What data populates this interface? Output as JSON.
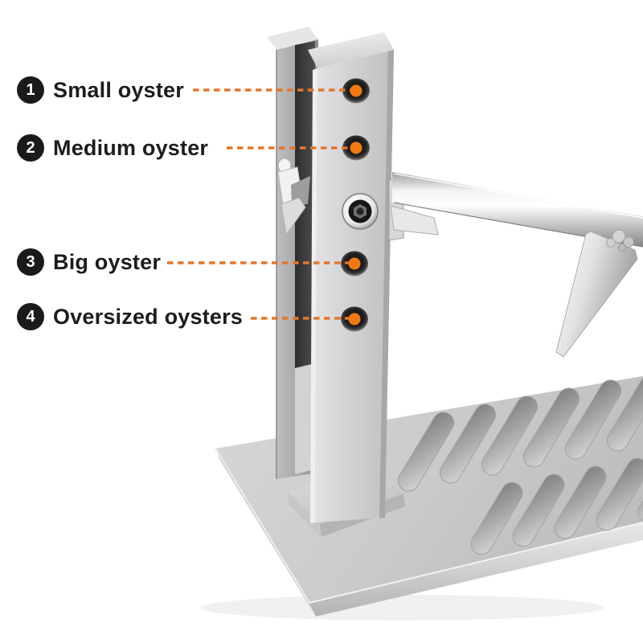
{
  "annotations": [
    {
      "number": "1",
      "label": "Small oyster"
    },
    {
      "number": "2",
      "label": "Medium oyster"
    },
    {
      "number": "3",
      "label": "Big oyster"
    },
    {
      "number": "4",
      "label": "Oversized oysters"
    }
  ],
  "colors": {
    "dash_orange": "#e4772a",
    "dot_orange": "#f2790f",
    "badge_black": "#1a1a1a",
    "text_dark": "#1d1d1d",
    "metal_light": "#d8d8da",
    "metal_mid": "#b9b9bb",
    "metal_gap_dark": "#3a3a3c",
    "background": "#ffffff"
  },
  "illustration": {
    "name": "oyster-shucker-clamp-stand",
    "hole_count": 4
  }
}
